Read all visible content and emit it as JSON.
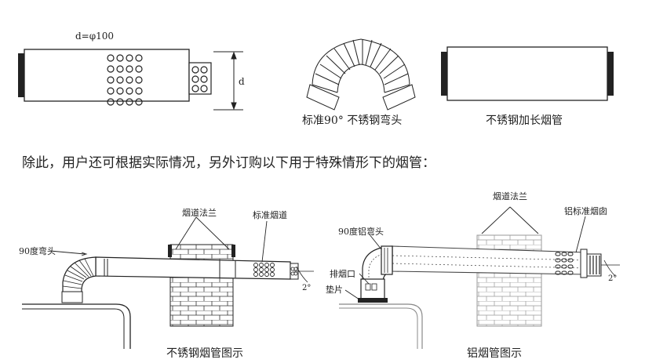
{
  "top": {
    "dim_label": "d=φ100",
    "d_label": "d",
    "elbow_caption": "标准90° 不锈钢弯头",
    "ext_caption": "不锈钢加长烟管"
  },
  "sentence": "除此，用户还可根据实际情况，另外订购以下用于特殊情形下的烟管：",
  "left_diagram": {
    "flange_label": "烟道法兰",
    "std_flue_label": "标准烟道",
    "elbow_label": "90度弯头",
    "angle_label": "2°",
    "caption": "不锈钢烟管图示"
  },
  "right_diagram": {
    "flange_label": "烟道法兰",
    "chimney_label": "铝标准烟囱",
    "elbow_label": "90度铝弯头",
    "exhaust_label": "排烟口",
    "gasket_label": "垫片",
    "angle_label": "2°",
    "caption": "铝烟管图示"
  }
}
